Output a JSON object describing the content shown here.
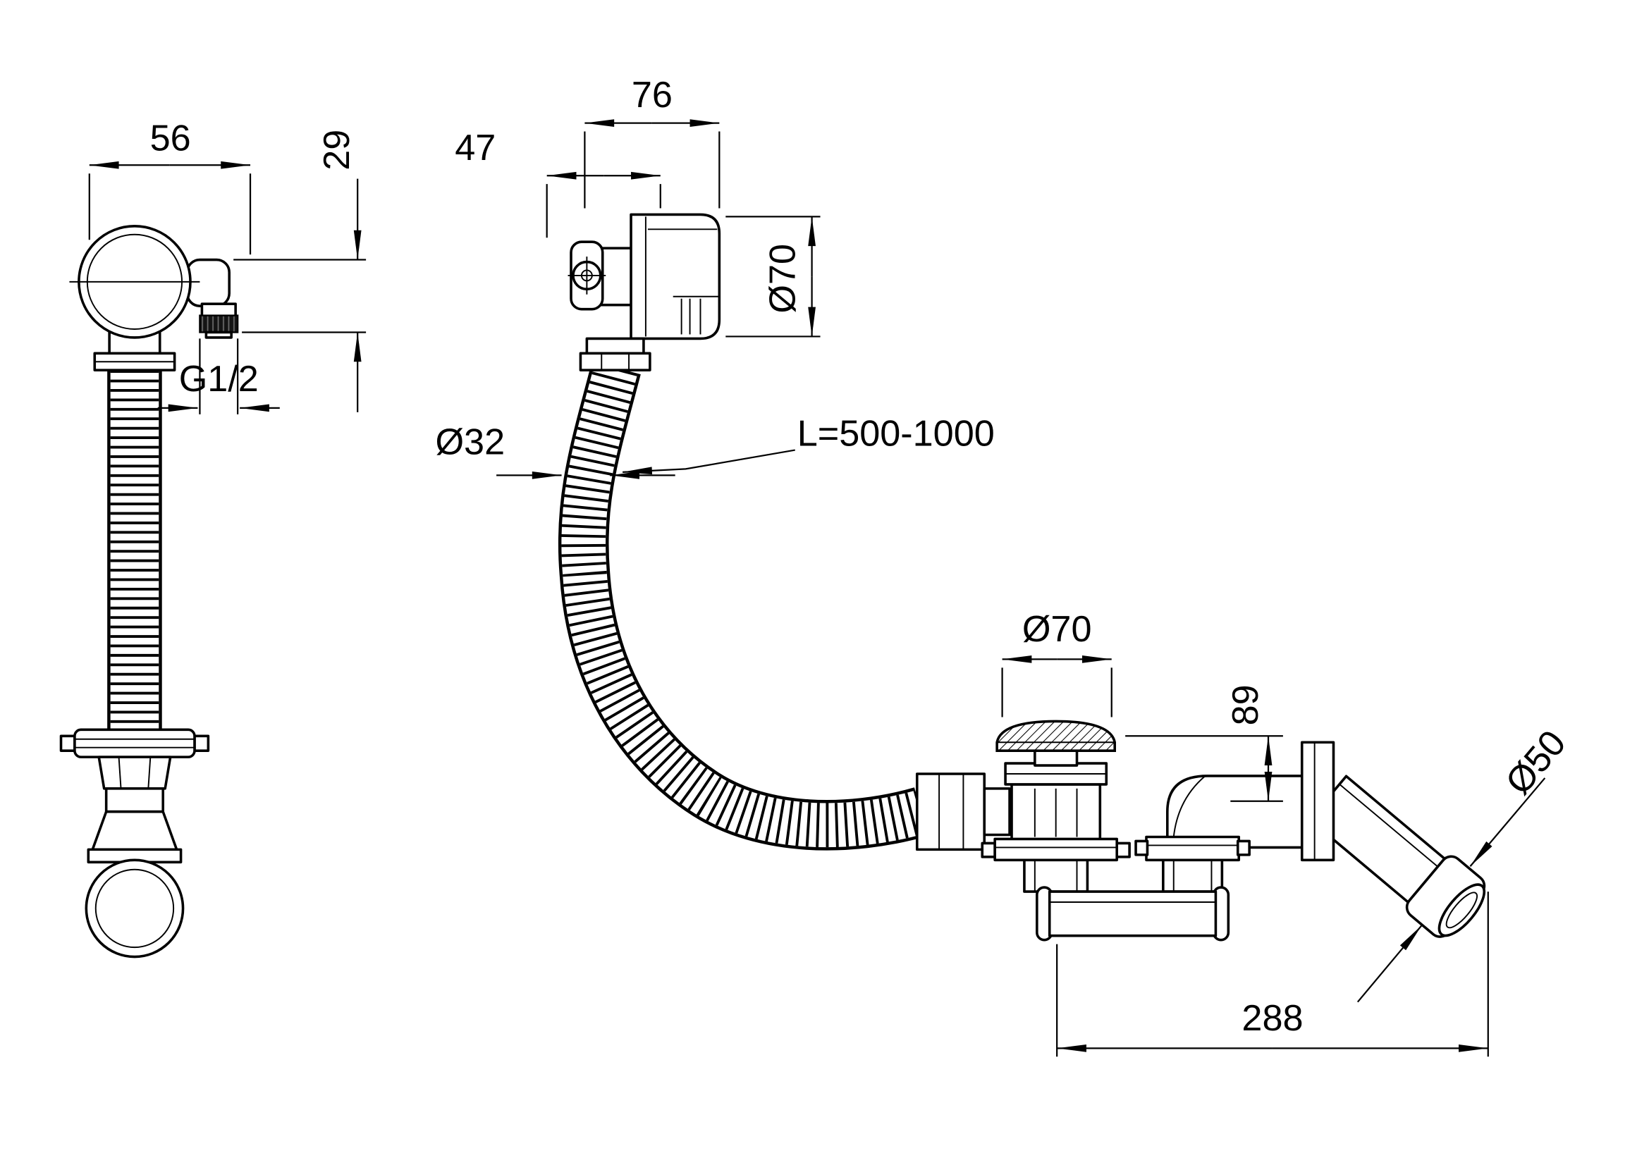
{
  "drawing": {
    "background": "#ffffff",
    "ink": "#000000",
    "views": {
      "front": {
        "width": "56",
        "elbow_height": "29",
        "thread": "G1/2"
      },
      "side": {
        "depth": "76",
        "face_depth": "47",
        "rosette_diameter": "Ø70",
        "hose_diameter": "Ø32",
        "hose_length": "L=500-1000"
      },
      "drain": {
        "plug_diameter": "Ø70",
        "height": "89",
        "outlet_diameter": "Ø50",
        "length": "288"
      }
    }
  }
}
